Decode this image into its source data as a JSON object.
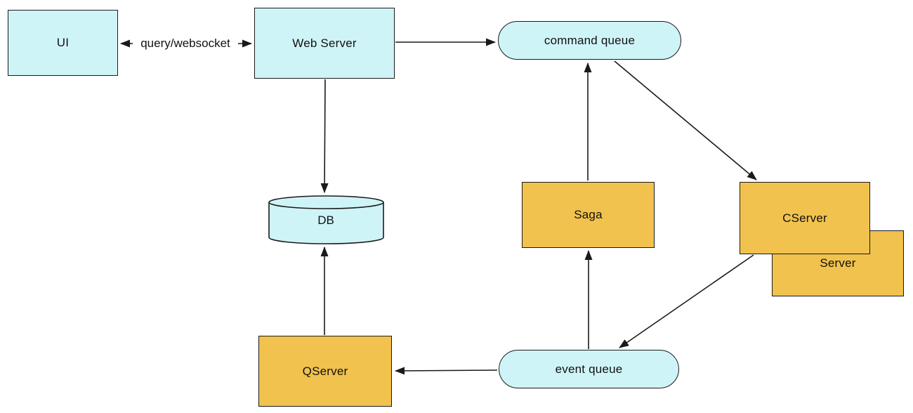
{
  "diagram": {
    "background_color": "#ffffff",
    "colors": {
      "queue_fill": "#cff4f8",
      "service_fill": "#f1c24d",
      "border": "#1a1a1a",
      "line": "#1a1a1a",
      "text": "#111111"
    },
    "nodes": {
      "ui": {
        "label": "UI",
        "shape": "rectangle",
        "color": "#cff4f8"
      },
      "web_server": {
        "label": "Web Server",
        "shape": "rectangle",
        "color": "#cff4f8"
      },
      "command_queue": {
        "label": "command queue",
        "shape": "pill",
        "color": "#cff4f8"
      },
      "db": {
        "label": "DB",
        "shape": "cylinder",
        "color": "#cff4f8"
      },
      "saga": {
        "label": "Saga",
        "shape": "rectangle",
        "color": "#f1c24d"
      },
      "cserver": {
        "label": "CServer",
        "shape": "rectangle",
        "color": "#f1c24d"
      },
      "server": {
        "label": "Server",
        "shape": "rectangle",
        "color": "#f1c24d"
      },
      "qserver": {
        "label": "QServer",
        "shape": "rectangle",
        "color": "#f1c24d"
      },
      "event_queue": {
        "label": "event queue",
        "shape": "pill",
        "color": "#cff4f8"
      }
    },
    "edges": [
      {
        "from": "ui",
        "to": "web_server",
        "direction": "both",
        "label": "query/websocket"
      },
      {
        "from": "web_server",
        "to": "command_queue",
        "direction": "forward"
      },
      {
        "from": "web_server",
        "to": "db",
        "direction": "forward"
      },
      {
        "from": "saga",
        "to": "command_queue",
        "direction": "forward"
      },
      {
        "from": "command_queue",
        "to": "cserver",
        "direction": "forward"
      },
      {
        "from": "cserver",
        "to": "event_queue",
        "direction": "forward"
      },
      {
        "from": "event_queue",
        "to": "saga",
        "direction": "forward"
      },
      {
        "from": "event_queue",
        "to": "qserver",
        "direction": "forward"
      },
      {
        "from": "qserver",
        "to": "db",
        "direction": "forward"
      }
    ]
  }
}
